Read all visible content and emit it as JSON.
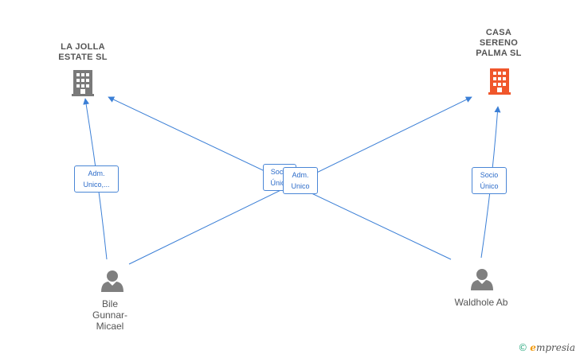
{
  "companies": [
    {
      "id": "lajolla",
      "label": "LA JOLLA\nESTATE  SL",
      "color": "#7a7a7a"
    },
    {
      "id": "casa",
      "label": "CASA\nSERENO\nPALMA  SL",
      "color": "#f0562b"
    }
  ],
  "people": [
    {
      "id": "bile",
      "label": "Bile\nGunnar-\nMicael"
    },
    {
      "id": "waldhole",
      "label": "Waldhole Ab"
    }
  ],
  "edges": [
    {
      "label": "Adm.\nUnico,..."
    },
    {
      "label": "Socio\nÚnico"
    },
    {
      "label": "Adm.\nUnico"
    },
    {
      "label": "Socio\nÚnico"
    }
  ],
  "colors": {
    "edge": "#3b7fd6",
    "person": "#7f7f7f"
  },
  "watermark": {
    "copyright": "©",
    "e": "e",
    "brand": "mpresia"
  }
}
